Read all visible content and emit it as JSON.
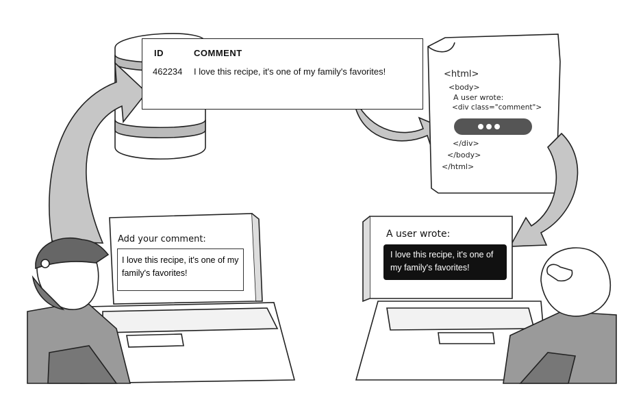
{
  "db": {
    "col_id": "ID",
    "col_comment": "COMMENT",
    "row_id": "462234",
    "row_comment": "I love this recipe, it's one of my family's favorites!"
  },
  "code": {
    "line1": "<html>",
    "line2": "<body>",
    "line3": "A user wrote:",
    "line4": "<div class=\"comment\">",
    "line5": "</div>",
    "line6": "</body>",
    "line7": "</html>"
  },
  "left_laptop": {
    "prompt": "Add your comment:",
    "input_value": "I love this recipe, it's one of my family's favorites!"
  },
  "right_laptop": {
    "heading": "A user wrote:",
    "rendered_comment": "I love this recipe, it's one of my family's favorites!"
  },
  "colors": {
    "arrow_fill": "#bfbfbf",
    "ink": "#222222",
    "clothing": "#9a9a9a",
    "rendered_bg": "#111111"
  }
}
